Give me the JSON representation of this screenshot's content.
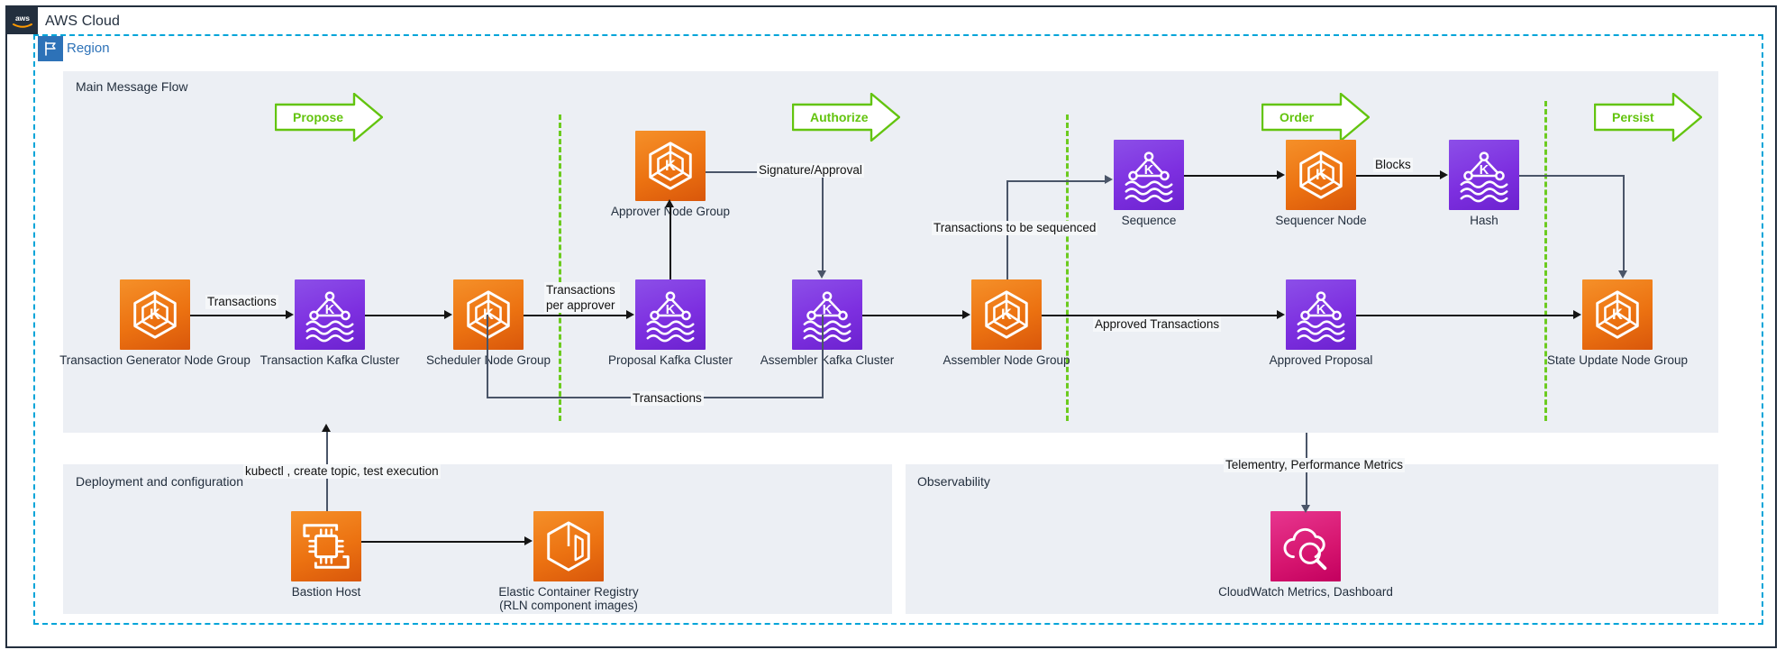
{
  "cloud": {
    "title": "AWS Cloud",
    "logo_icon": "aws-logo-icon"
  },
  "region": {
    "title": "Region",
    "icon": "region-flag-icon"
  },
  "groups": {
    "main_flow": "Main Message Flow",
    "deployment": "Deployment and configuration",
    "observability": "Observability"
  },
  "banners": [
    {
      "label": "Propose"
    },
    {
      "label": "Authorize"
    },
    {
      "label": "Order"
    },
    {
      "label": "Persist"
    }
  ],
  "nodes": {
    "transaction_generator": {
      "label": "Transaction Generator Node Group",
      "icon": "eks-node-group-icon",
      "color": "#ec7211"
    },
    "transaction_kafka": {
      "label": "Transaction Kafka Cluster",
      "icon": "msk-kafka-cluster-icon",
      "color": "#7d2fe0"
    },
    "scheduler": {
      "label": "Scheduler Node Group",
      "icon": "eks-node-group-icon",
      "color": "#ec7211"
    },
    "approver": {
      "label": "Approver Node Group",
      "icon": "eks-node-group-icon",
      "color": "#ec7211"
    },
    "proposal_kafka": {
      "label": "Proposal Kafka Cluster",
      "icon": "msk-kafka-cluster-icon",
      "color": "#7d2fe0"
    },
    "assembler_kafka": {
      "label": "Assembler Kafka Cluster",
      "icon": "msk-kafka-cluster-icon",
      "color": "#7d2fe0"
    },
    "assembler_node": {
      "label": "Assembler Node Group",
      "icon": "eks-node-group-icon",
      "color": "#ec7211"
    },
    "sequence": {
      "label": "Sequence",
      "icon": "msk-kafka-cluster-icon",
      "color": "#7d2fe0"
    },
    "sequencer_node": {
      "label": "Sequencer Node",
      "icon": "eks-node-group-icon",
      "color": "#ec7211"
    },
    "hash": {
      "label": "Hash",
      "icon": "msk-kafka-cluster-icon",
      "color": "#7d2fe0"
    },
    "approved_proposal": {
      "label": "Approved Proposal",
      "icon": "msk-kafka-cluster-icon",
      "color": "#7d2fe0"
    },
    "state_update": {
      "label": "State Update Node Group",
      "icon": "eks-node-group-icon",
      "color": "#ec7211"
    },
    "bastion_host": {
      "label": "Bastion Host",
      "icon": "ec2-instance-icon",
      "color": "#ec7211"
    },
    "ecr": {
      "label": "Elastic Container Registry",
      "label2": "(RLN component images)",
      "icon": "ecr-icon",
      "color": "#ec7211"
    },
    "cloudwatch": {
      "label": "CloudWatch Metrics, Dashboard",
      "icon": "cloudwatch-icon",
      "color": "#d6156f"
    }
  },
  "edge_labels": {
    "transactions": "Transactions",
    "transactions_per_approver_l1": "Transactions",
    "transactions_per_approver_l2": "per approver",
    "signature_approval": "Signature/Approval",
    "transactions_bottom": "Transactions",
    "to_be_sequenced": "Transactions to be sequenced",
    "blocks": "Blocks",
    "approved_transactions": "Approved Transactions",
    "kubectl": "kubectl , create topic, test execution",
    "telemetry": "Telementry, Performance Metrics"
  },
  "colors": {
    "aws_navy": "#232f3e",
    "region_blue": "#2d72b8",
    "group_grey": "#eceff4",
    "phase_green": "#6ccb1f",
    "orange": "#ec7211",
    "purple": "#7d2fe0",
    "pink": "#d6156f"
  }
}
